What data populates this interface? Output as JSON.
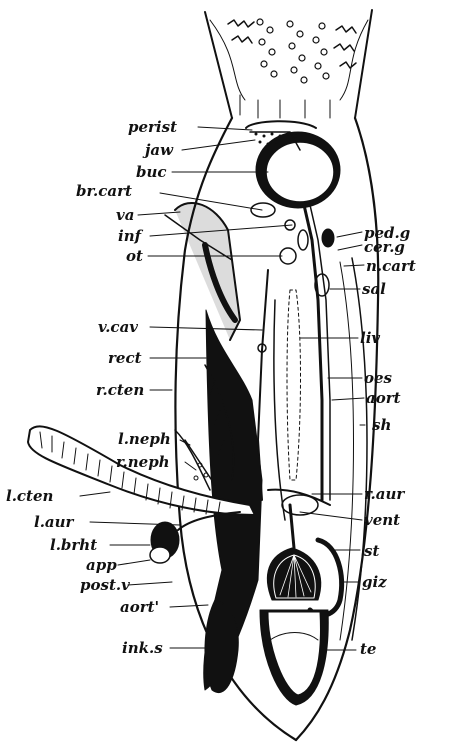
{
  "figure": {
    "ink_color": "#111111",
    "paper_color": "#ffffff"
  },
  "labels": {
    "perist": "perist",
    "jaw": "jaw",
    "buc": "buc",
    "br_cart": "br.cart",
    "va": "va",
    "inf": "inf",
    "ot": "ot",
    "v_cav": "v.cav",
    "rect": "rect",
    "r_cten": "r.cten",
    "l_neph": "l.neph",
    "r_neph": "r.neph",
    "l_cten": "l.cten",
    "l_aur": "l.aur",
    "l_brht": "l.brht",
    "app": "app",
    "post_v": "post.v",
    "aort_prime": "aort'",
    "ink_s": "ink.s",
    "ped_g": "ped.g",
    "cer_g": "cer.g",
    "n_cart": "n.cart",
    "sal": "sal",
    "liv": "liv",
    "oes": "oes",
    "aort": "aort",
    "sh": "sh",
    "r_aur": "r.aur",
    "vent": "vent",
    "st": "st",
    "giz": "giz",
    "te": "te"
  }
}
